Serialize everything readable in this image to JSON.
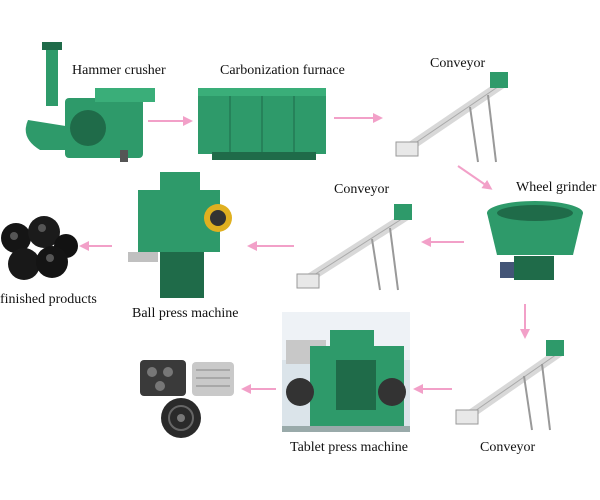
{
  "labels": {
    "hammer_crusher": "Hammer crusher",
    "carbonization_furnace": "Carbonization furnace",
    "conveyor_1": "Conveyor",
    "wheel_grinder": "Wheel grinder",
    "conveyor_2": "Conveyor",
    "ball_press": "Ball press machine",
    "finished_products": "finished products",
    "conveyor_3": "Conveyor",
    "tablet_press": "Tablet press machine"
  },
  "colors": {
    "machine_green": "#2e9a6a",
    "machine_dark": "#1f6b49",
    "arrow_pink": "#f2a0c8",
    "frame_gray": "#c9c9c9"
  },
  "icons": [
    "hammer-crusher-icon",
    "furnace-icon",
    "conveyor-icon",
    "wheel-grinder-icon",
    "ball-press-icon",
    "briquette-balls-icon",
    "tablet-press-icon",
    "briquette-samples-icon"
  ]
}
